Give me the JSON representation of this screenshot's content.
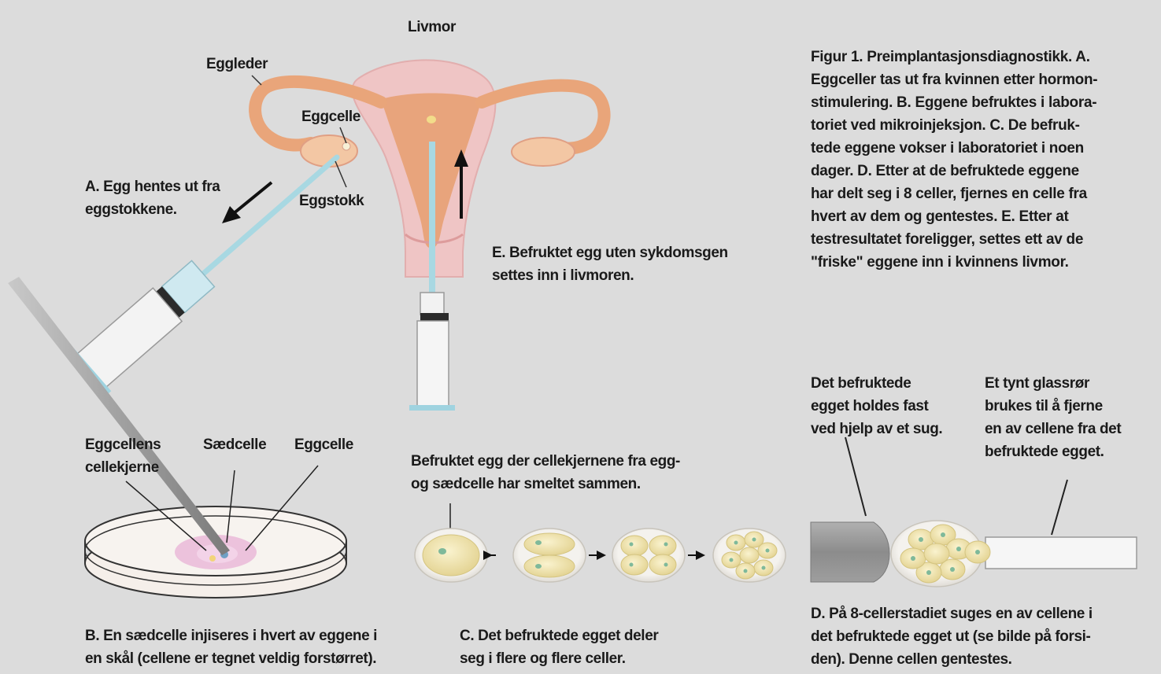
{
  "uterus_labels": {
    "livmor": "Livmor",
    "eggleder": "Eggleder",
    "eggcelle": "Eggcelle",
    "eggstokk": "Eggstokk"
  },
  "step_a": [
    "A. Egg hentes ut fra",
    "eggstokkene."
  ],
  "step_e": [
    "E. Befruktet egg uten sykdomsgen",
    "settes inn i livmoren."
  ],
  "caption": {
    "prefix": "Figur 1.",
    "body": " Preimplantasjonsdiagnostikk. A.\nEggceller tas ut fra kvinnen etter hormon-\nstimulering. B. Eggene befruktes i labora-\ntoriet ved mikroinjeksjon. C. De befruk-\ntede eggene vokser i laboratoriet i noen\ndager. D. Etter at de befruktede eggene\nhar delt seg i 8 celler, fjernes en celle fra\nhvert av dem og gentestes. E. Etter at\ntestresultatet foreligger, settes ett av de\n\"friske\" eggene inn i kvinnens livmor."
  },
  "dish_labels": {
    "nucleus": [
      "Eggcellens",
      "cellekjerne"
    ],
    "sperm": "Sædcelle",
    "egg": "Eggcelle"
  },
  "step_b": [
    "B. En sædcelle injiseres i hvert av eggene i",
    "en skål (cellene er tegnet veldig forstørret)."
  ],
  "fused_note": [
    "Befruktet egg der cellekjernene fra egg-",
    "og sædcelle har smeltet sammen."
  ],
  "step_c": [
    "C. Det befruktede egget deler",
    "seg i flere og flere celler."
  ],
  "holding_note": [
    "Det befruktede",
    "egget holdes fast",
    "ved hjelp av et sug."
  ],
  "glass_note": [
    "Et tynt glassrør",
    "brukes til å fjerne",
    "en av cellene fra det",
    "befruktede egget."
  ],
  "step_d": [
    "D. På 8-cellerstadiet suges en av cellene i",
    "det befruktede egget ut (se bilde på forsi-",
    "den). Denne cellen gentestes."
  ],
  "colors": {
    "background": "#dcdcdc",
    "uterus_outer": "#efc5c5",
    "uterus_inner": "#e8a47c",
    "tube": "#e9a57a",
    "cell": "#f1e6ad",
    "syringe_tip": "#9fd3e0",
    "arrow": "#111111"
  }
}
